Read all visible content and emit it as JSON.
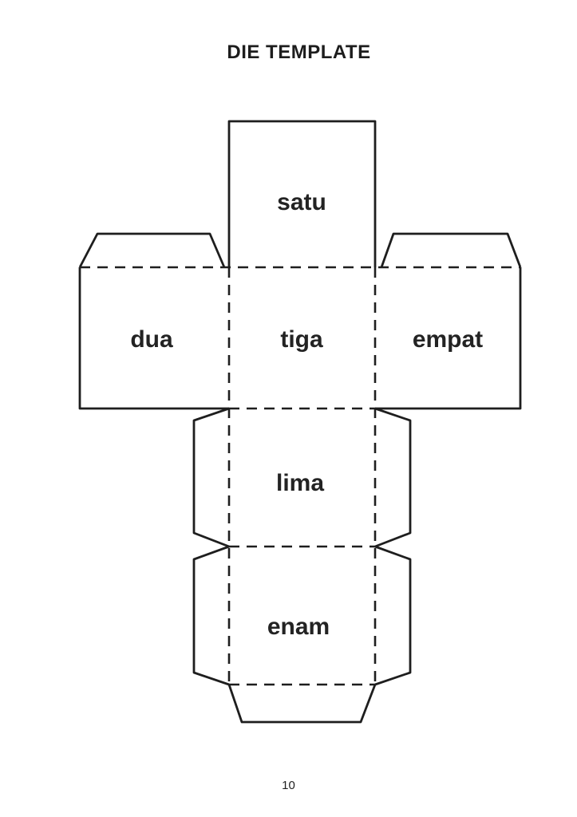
{
  "page": {
    "title": "DIE TEMPLATE",
    "page_number": "10"
  },
  "die_faces": {
    "face1": "satu",
    "face2": "dua",
    "face3": "tiga",
    "face4": "empat",
    "face5": "lima",
    "face6": "enam"
  },
  "colors": {
    "line": "#1e1e1e",
    "text": "#232323",
    "background": "#ffffff"
  }
}
